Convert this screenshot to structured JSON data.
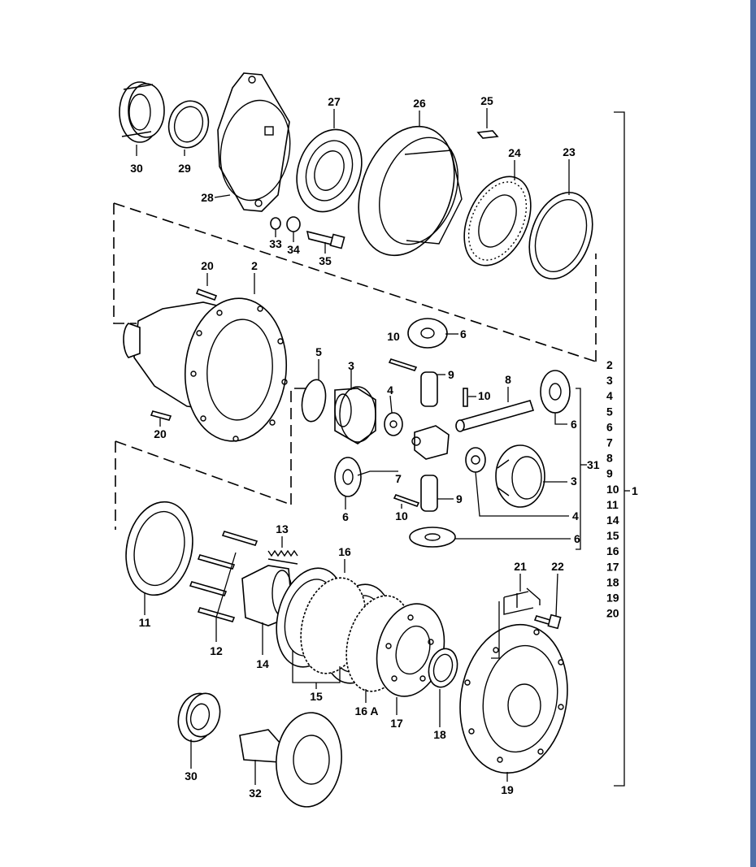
{
  "diagram": {
    "labels": {
      "l30a": "30",
      "l29": "29",
      "l28": "28",
      "l27": "27",
      "l26": "26",
      "l25": "25",
      "l24": "24",
      "l23": "23",
      "l33": "33",
      "l34": "34",
      "l35": "35",
      "l20a": "20",
      "l2": "2",
      "l20b": "20",
      "l5": "5",
      "l3a": "3",
      "l4a": "4",
      "l10a": "10",
      "l6a": "6",
      "l9a": "9",
      "l10b": "10",
      "l8": "8",
      "l6b": "6",
      "l7": "7",
      "l6c": "6",
      "l31": "31",
      "l3b": "3",
      "l4b": "4",
      "l9b": "9",
      "l10c": "10",
      "l6d": "6",
      "l11": "11",
      "l12": "12",
      "l13": "13",
      "l14": "14",
      "l15": "15",
      "l16": "16",
      "l16A": "16 A",
      "l17": "17",
      "l18": "18",
      "l19": "19",
      "l21": "21",
      "l22": "22",
      "l30b": "30",
      "l32": "32"
    },
    "index_list": [
      "2",
      "3",
      "4",
      "5",
      "6",
      "7",
      "8",
      "9",
      "10",
      "11",
      "14",
      "15",
      "16",
      "17",
      "18",
      "19",
      "20"
    ],
    "assembly_label": "1"
  }
}
